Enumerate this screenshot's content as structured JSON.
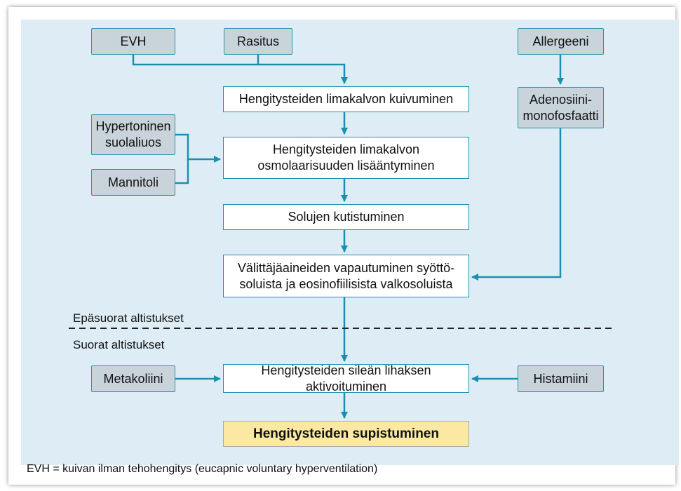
{
  "diagram": {
    "nodes": {
      "evh": "EVH",
      "rasitus": "Rasitus",
      "allergeeni": "Allergeeni",
      "kuivuminen": "Hengitysteiden limakalvon kuivuminen",
      "adenosiini": "Adenosiini-\nmonofosfaatti",
      "hypertoninen": "Hypertoninen\nsuolaliuos",
      "osmolaarisuus": "Hengitysteiden limakalvon\nosmolaarisuuden lisääntyminen",
      "mannitoli": "Mannitoli",
      "kutistuminen": "Solujen kutistuminen",
      "valittajaaineet": "Välittäjäaineiden vapautuminen syöttö-\nsoluista ja eosinofiilisista valkosoluista",
      "metakoliini": "Metakoliini",
      "aktivoituminen": "Hengitysteiden sileän lihaksen aktivoituminen",
      "histamiini": "Histamiini",
      "supistuminen": "Hengitysteiden supistuminen"
    },
    "labels": {
      "indirect": "Epäsuorat altistukset",
      "direct": "Suorat altistukset"
    },
    "footnote": "EVH = kuivan ilman tehohengitys (eucapnic voluntary hyperventilation)",
    "colors": {
      "panel": "#deedf5",
      "arrow": "#1c8fb0",
      "grey_box": "#c8d3da",
      "final_box": "#fbe9a3"
    }
  }
}
